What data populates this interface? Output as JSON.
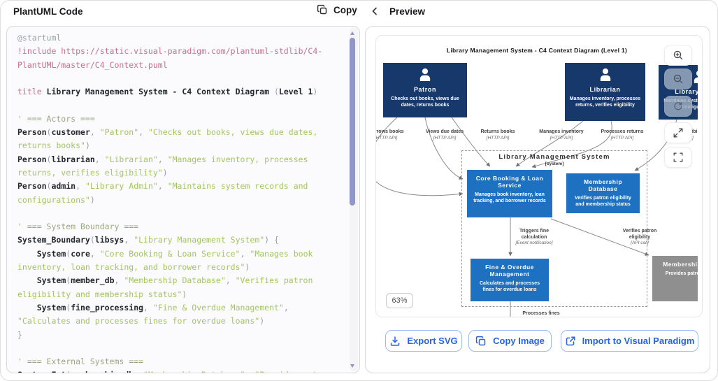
{
  "header": {
    "title": "PlantUML Code",
    "copy_label": "Copy",
    "preview_label": "Preview"
  },
  "code": {
    "lines": [
      [
        [
          "mut",
          "@startuml"
        ]
      ],
      [
        [
          "pk",
          "!include https://static.visual-paradigm.com/plantuml-stdlib/C4-"
        ]
      ],
      [
        [
          "pk",
          "PlantUML/master/C4_Context.puml"
        ]
      ],
      [],
      [
        [
          "pk",
          "title"
        ],
        [
          "dk",
          " Library Management System - C4 Context Diagram "
        ],
        [
          "mut",
          "("
        ],
        [
          "dk",
          "Level 1"
        ],
        [
          "mut",
          ")"
        ]
      ],
      [],
      [
        [
          "cm",
          "' === Actors ==="
        ]
      ],
      [
        [
          "bd",
          "Person"
        ],
        [
          "mut",
          "("
        ],
        [
          "bd",
          "customer"
        ],
        [
          "mut",
          ", "
        ],
        [
          "st",
          "\"Patron\""
        ],
        [
          "mut",
          ", "
        ],
        [
          "st",
          "\"Checks out books, views due dates,"
        ]
      ],
      [
        [
          "st",
          "returns books\""
        ],
        [
          "mut",
          ")"
        ]
      ],
      [
        [
          "bd",
          "Person"
        ],
        [
          "mut",
          "("
        ],
        [
          "bd",
          "librarian"
        ],
        [
          "mut",
          ", "
        ],
        [
          "st",
          "\"Librarian\""
        ],
        [
          "mut",
          ", "
        ],
        [
          "st",
          "\"Manages inventory, processes"
        ]
      ],
      [
        [
          "st",
          "returns, verifies eligibility\""
        ],
        [
          "mut",
          ")"
        ]
      ],
      [
        [
          "bd",
          "Person"
        ],
        [
          "mut",
          "("
        ],
        [
          "bd",
          "admin"
        ],
        [
          "mut",
          ", "
        ],
        [
          "st",
          "\"Library Admin\""
        ],
        [
          "mut",
          ", "
        ],
        [
          "st",
          "\"Maintains system records and"
        ]
      ],
      [
        [
          "st",
          "configurations\""
        ],
        [
          "mut",
          ")"
        ]
      ],
      [],
      [
        [
          "cm",
          "' === System Boundary ==="
        ]
      ],
      [
        [
          "bd",
          "System_Boundary"
        ],
        [
          "mut",
          "("
        ],
        [
          "bd",
          "libsys"
        ],
        [
          "mut",
          ", "
        ],
        [
          "st",
          "\"Library Management System\""
        ],
        [
          "mut",
          ") {"
        ]
      ],
      [
        [
          "dk",
          "    "
        ],
        [
          "bd",
          "System"
        ],
        [
          "mut",
          "("
        ],
        [
          "bd",
          "core"
        ],
        [
          "mut",
          ", "
        ],
        [
          "st",
          "\"Core Booking & Loan Service\""
        ],
        [
          "mut",
          ", "
        ],
        [
          "st",
          "\"Manages book"
        ]
      ],
      [
        [
          "st",
          "inventory, loan tracking, and borrower records\""
        ],
        [
          "mut",
          ")"
        ]
      ],
      [
        [
          "dk",
          "    "
        ],
        [
          "bd",
          "System"
        ],
        [
          "mut",
          "("
        ],
        [
          "bd",
          "member_db"
        ],
        [
          "mut",
          ", "
        ],
        [
          "st",
          "\"Membership Database\""
        ],
        [
          "mut",
          ", "
        ],
        [
          "st",
          "\"Verifies patron"
        ]
      ],
      [
        [
          "st",
          "eligibility and membership status\""
        ],
        [
          "mut",
          ")"
        ]
      ],
      [
        [
          "dk",
          "    "
        ],
        [
          "bd",
          "System"
        ],
        [
          "mut",
          "("
        ],
        [
          "bd",
          "fine_processing"
        ],
        [
          "mut",
          ", "
        ],
        [
          "st",
          "\"Fine & Overdue Management\""
        ],
        [
          "mut",
          ","
        ]
      ],
      [
        [
          "st",
          "\"Calculates and processes fines for overdue loans\""
        ],
        [
          "mut",
          ")"
        ]
      ],
      [
        [
          "mut",
          "}"
        ]
      ],
      [],
      [
        [
          "cm",
          "' === External Systems ==="
        ]
      ],
      [
        [
          "bd",
          "System_Ext"
        ],
        [
          "mut",
          "("
        ],
        [
          "bd",
          "membership_db"
        ],
        [
          "mut",
          ", "
        ],
        [
          "st",
          "\"Membership Database\""
        ],
        [
          "mut",
          ", "
        ],
        [
          "st",
          "\"Provides patron"
        ]
      ]
    ]
  },
  "preview": {
    "zoom_badge": "63%",
    "diagram": {
      "title": "Library Management System - C4 Context Diagram (Level 1)",
      "boundary": {
        "label": "Library Management System",
        "sublabel": "[system]"
      },
      "persons": [
        {
          "id": "patron",
          "name": "Patron",
          "desc": "Checks out books, views due dates, returns books"
        },
        {
          "id": "librarian",
          "name": "Librarian",
          "desc": "Manages inventory, processes returns, verifies eligibility"
        },
        {
          "id": "admin",
          "name": "Library Admin",
          "desc": "Maintains system records and configurations"
        }
      ],
      "systems": [
        {
          "id": "core",
          "name": "Core Booking & Loan Service",
          "desc": "Manages book inventory, loan tracking, and borrower records"
        },
        {
          "id": "member_db",
          "name": "Membership Database",
          "desc": "Verifies patron eligibility and membership status"
        },
        {
          "id": "fine",
          "name": "Fine & Overdue Management",
          "desc": "Calculates and processes fines for overdue loans"
        }
      ],
      "external_system": {
        "id": "ext_db",
        "name": "Membership Database",
        "desc": "Provides patron verification"
      },
      "edge_labels": [
        {
          "id": "borrows",
          "text": "Borrows books",
          "tech": "[HTTP API]"
        },
        {
          "id": "views",
          "text": "Views due dates",
          "tech": "[HTTP API]"
        },
        {
          "id": "returns",
          "text": "Returns books",
          "tech": "[HTTP API]"
        },
        {
          "id": "manages",
          "text": "Manages inventory",
          "tech": "[HTTP API]"
        },
        {
          "id": "processes",
          "text": "Processes returns",
          "tech": "[HTTP API]"
        },
        {
          "id": "verifies",
          "text": "Verifies eligibility",
          "tech": "[API call]"
        },
        {
          "id": "triggers",
          "text": "Triggers fine calculation",
          "tech": "[Event notification]"
        },
        {
          "id": "verifies_patron",
          "text": "Verifies patron eligibility",
          "tech": "[API call]"
        },
        {
          "id": "processes_fines",
          "text": "Processes fines",
          "tech": ""
        }
      ]
    },
    "zoom_controls": [
      {
        "id": "zoom-in",
        "icon": "magnifier-plus-icon"
      },
      {
        "id": "zoom-out",
        "icon": "magnifier-minus-icon",
        "active": true
      },
      {
        "id": "zoom-reset",
        "icon": "reset-icon",
        "active": true
      },
      {
        "id": "expand",
        "icon": "expand-arrows-icon"
      },
      {
        "id": "fit",
        "icon": "fit-frame-icon"
      }
    ],
    "actions": [
      {
        "id": "export-svg",
        "label": "Export SVG",
        "icon": "download-icon"
      },
      {
        "id": "copy-image",
        "label": "Copy Image",
        "icon": "copy-icon"
      },
      {
        "id": "import-vp",
        "label": "Import to Visual Paradigm",
        "icon": "external-link-icon"
      }
    ]
  },
  "colors": {
    "person": "#16386b",
    "system": "#1e70c1",
    "external": "#8f8f8f",
    "action_blue": "#2563eb"
  }
}
